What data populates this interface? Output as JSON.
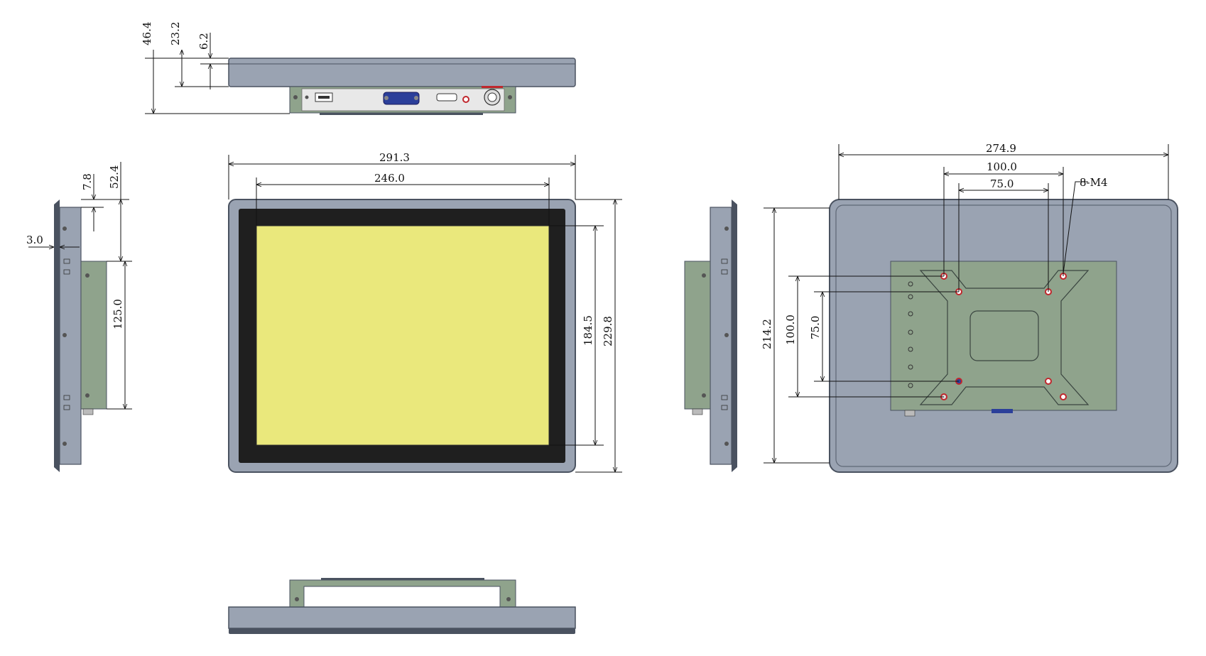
{
  "dimensions": {
    "top_depth": "46.4",
    "top_bracket": "23.2",
    "top_bezel": "6.2",
    "front_width": "291.3",
    "front_screen_width": "246.0",
    "front_screen_height": "184.5",
    "front_height": "229.8",
    "side_bezel": "7.8",
    "side_offset": "52.4",
    "side_thickness": "3.0",
    "side_bracket_height": "125.0",
    "rear_width": "274.9",
    "rear_vesa_outer_w": "100.0",
    "rear_vesa_inner_w": "75.0",
    "rear_screw_label": "8-M4",
    "rear_height": "214.2",
    "rear_vesa_outer_h": "100.0",
    "rear_vesa_inner_h": "75.0"
  },
  "colors": {
    "frame": "#9aa3b2",
    "frame_dark": "#4a5260",
    "bezel": "#1f1f1f",
    "screen": "#eae87c",
    "bracket": "#8fa38c",
    "line": "#111111",
    "screw_red": "#c0272d",
    "port_blue": "#2b3f9a"
  }
}
